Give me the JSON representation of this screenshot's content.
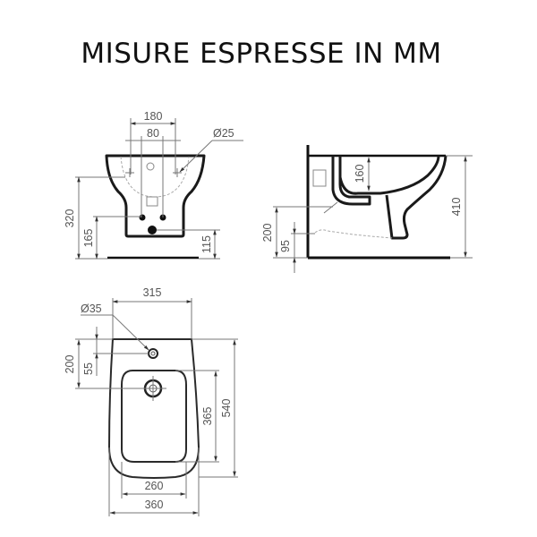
{
  "title": "MISURE ESPRESSE IN MM",
  "front_view": {
    "label": "front-elevation",
    "dimensions": {
      "width_outer": "180",
      "width_inner": "80",
      "hole_diameter": "Ø25",
      "height_total": "320",
      "height_supply": "165",
      "height_drain": "115"
    }
  },
  "side_view": {
    "label": "side-elevation",
    "dimensions": {
      "bowl_depth": "160",
      "height_total": "410",
      "height_upper": "200",
      "height_lower": "95"
    }
  },
  "top_view": {
    "label": "plan-view",
    "dimensions": {
      "width_top": "315",
      "hole_diameter": "Ø35",
      "offset_200": "200",
      "offset_55": "55",
      "length_inner": "365",
      "length_total": "540",
      "width_inner": "260",
      "width_total": "360"
    }
  },
  "colors": {
    "outline": "#1a1a1a",
    "dimension": "#555555",
    "background": "#ffffff"
  }
}
